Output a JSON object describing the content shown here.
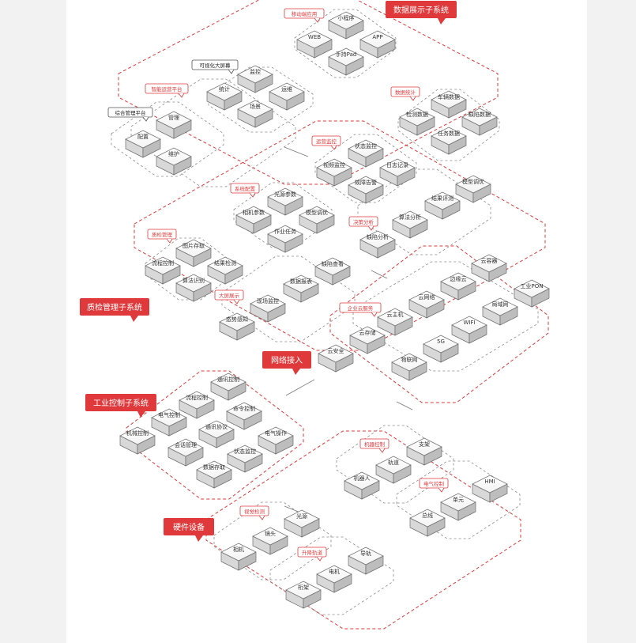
{
  "systems": {
    "data_display": "数据展示子系统",
    "quality": "质检管理子系统",
    "network": "网络接入",
    "industrial": "工业控制子系统",
    "hardware": "硬件设备"
  },
  "groups": {
    "mobile_app": "移动端应用",
    "big_screen": "可视化大屏幕",
    "ops_platform": "智能运营平台",
    "mgmt_platform": "综合管理平台",
    "data_stats": "数据统计",
    "ops_monitor": "运营监控",
    "sys_config": "系统配置",
    "decision": "决策分析",
    "quality_mgmt": "质检管理",
    "screen_show": "大屏展示",
    "enterprise_cloud": "企业云服务",
    "robot_control": "机器控制",
    "elec_control": "电气控制",
    "vision": "视觉检测",
    "lift_track": "升降轨道"
  },
  "nodes": {
    "mini_program": "小程序",
    "web": "WEB",
    "app": "APP",
    "pad": "手持Pad",
    "monitor": "监控",
    "stats": "统计",
    "ops": "运维",
    "scene": "场景",
    "manage": "管理",
    "config": "配置",
    "maintain": "维护",
    "vehicle_data": "车辆数据",
    "detect_data": "检测数据",
    "defect_data": "缺陷数据",
    "task_data": "任务数据",
    "status_monitor": "状态监控",
    "video_monitor": "视频监控",
    "log": "日志记录",
    "fault_alarm": "故障告警",
    "light_param": "光源参数",
    "cam_param": "相机参数",
    "model_tune": "模型调优",
    "job_task": "作业任务",
    "model_tune2": "模型调优",
    "result_eval": "结果评测",
    "algo_analysis": "算法分析",
    "defect_analysis": "缺陷分析",
    "img_store": "图片存取",
    "flow_control": "流程控制",
    "result_detect": "结果检测",
    "algo_recog": "算法识别",
    "defect_query": "缺陷查看",
    "data_report": "数据报表",
    "field_monitor": "现场监控",
    "situation": "态势感知",
    "cloud_box": "云容器",
    "edge_cloud": "边缘云",
    "industrial_pon": "工业PON",
    "cloud_net": "云网络",
    "lan": "局域网",
    "cloud_host": "云主机",
    "wifi": "WIFI",
    "cloud_store": "云存储",
    "g5": "5G",
    "cloud_sec": "云安全",
    "iot": "物联网",
    "comm_ctrl": "通讯控制",
    "flow_ctrl2": "流程控制",
    "elec_ctrl": "电气控制",
    "cmd_ctrl": "命令控制",
    "mech_ctrl": "机械控制",
    "comm_proto": "通讯协议",
    "elec_op": "电气操作",
    "session_mgmt": "会话管理",
    "status_monitor2": "状态监控",
    "data_store": "数据存取",
    "bracket": "支架",
    "track": "轨道",
    "robot": "机器人",
    "hmi": "HMI",
    "unit": "单元",
    "bus": "总线",
    "light": "光源",
    "lens": "镜头",
    "camera": "相机",
    "rail": "导轨",
    "motor": "电机",
    "frame": "桁架"
  }
}
